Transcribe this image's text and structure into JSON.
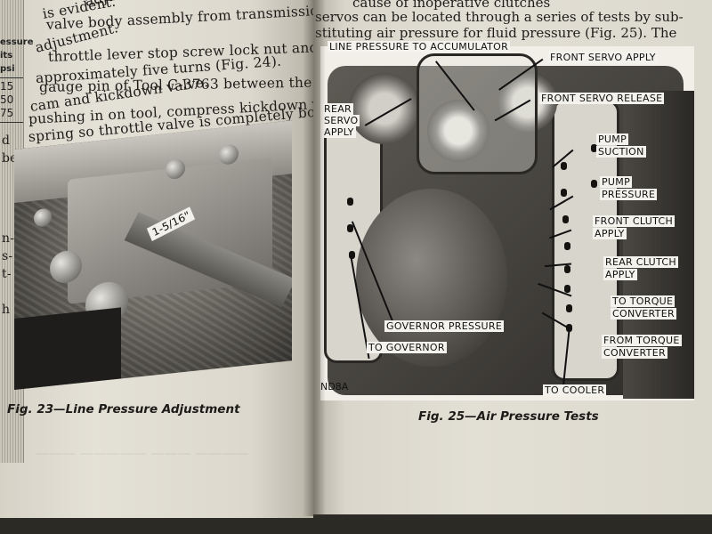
{
  "left_page": {
    "lines": [
      "adjustment screw.",
      "is evident.",
      "valve body assembly from transmission",
      "adjustment.",
      "throttle lever stop screw lock nut and",
      "approximately five turns (Fig. 24).",
      "gauge pin of Tool C-3763 between the",
      "cam and kickdown valve.",
      "pushing in on tool, compress kickdown valve",
      "spring so throttle valve is completely bot-"
    ],
    "table_fragment": {
      "header": [
        "essure",
        "its psi"
      ],
      "values": [
        "15",
        "50",
        "75"
      ]
    },
    "margin_fragments": [
      "d",
      "be",
      "n-",
      "s-",
      "t-",
      "h"
    ],
    "tool_label": "1-5/16\"",
    "figure_caption": "Fig. 23—Line Pressure Adjustment"
  },
  "right_page": {
    "lines": [
      "cause of inoperative clutches",
      "servos can be located through a series of tests by sub-",
      "stituting air pressure for fluid pressure (Fig. 25). The"
    ],
    "diagram_labels": {
      "line_pressure_to_accumulator": "LINE PRESSURE TO ACCUMULATOR",
      "front_servo_apply": "FRONT SERVO APPLY",
      "front_servo_release": "FRONT SERVO RELEASE",
      "rear_servo_apply_1": "REAR",
      "rear_servo_apply_2": "SERVO",
      "rear_servo_apply_3": "APPLY",
      "pump_suction_1": "PUMP",
      "pump_suction_2": "SUCTION",
      "pump_pressure_1": "PUMP",
      "pump_pressure_2": "PRESSURE",
      "front_clutch_apply_1": "FRONT CLUTCH",
      "front_clutch_apply_2": "APPLY",
      "rear_clutch_apply_1": "REAR CLUTCH",
      "rear_clutch_apply_2": "APPLY",
      "to_torque_converter_1": "TO TORQUE",
      "to_torque_converter_2": "CONVERTER",
      "from_torque_converter_1": "FROM TORQUE",
      "from_torque_converter_2": "CONVERTER",
      "governor_pressure": "GOVERNOR PRESSURE",
      "to_governor": "TO GOVERNOR",
      "to_cooler": "TO COOLER",
      "nd8a": "ND8A"
    },
    "figure_caption": "Fig. 25—Air Pressure Tests"
  }
}
